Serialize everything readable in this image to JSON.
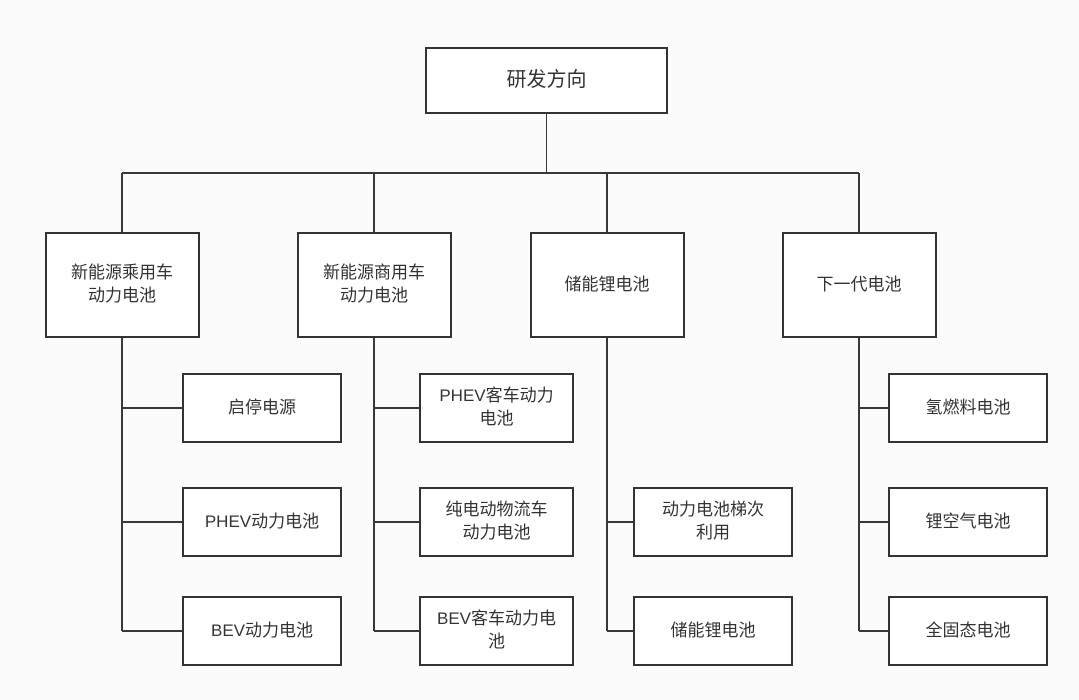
{
  "diagram": {
    "title": "battery-rd-direction-org-chart",
    "root": {
      "label": "研发方向"
    },
    "branches": [
      {
        "label": "新能源乘用车\n动力电池",
        "children": [
          "启停电源",
          "PHEV动力电池",
          "BEV动力电池"
        ]
      },
      {
        "label": "新能源商用车\n动力电池",
        "children": [
          "PHEV客车动力\n电池",
          "纯电动物流车\n动力电池",
          "BEV客车动力电\n池"
        ]
      },
      {
        "label": "储能锂电池",
        "children": [
          "动力电池梯次\n利用",
          "储能锂电池"
        ]
      },
      {
        "label": "下一代电池",
        "children": [
          "氢燃料电池",
          "锂空气电池",
          "全固态电池"
        ]
      }
    ],
    "colors": {
      "line": "#383838",
      "border": "#333333",
      "text": "#333333",
      "box_bg": "#ffffff",
      "page_bg": "#fbfbfb"
    }
  }
}
